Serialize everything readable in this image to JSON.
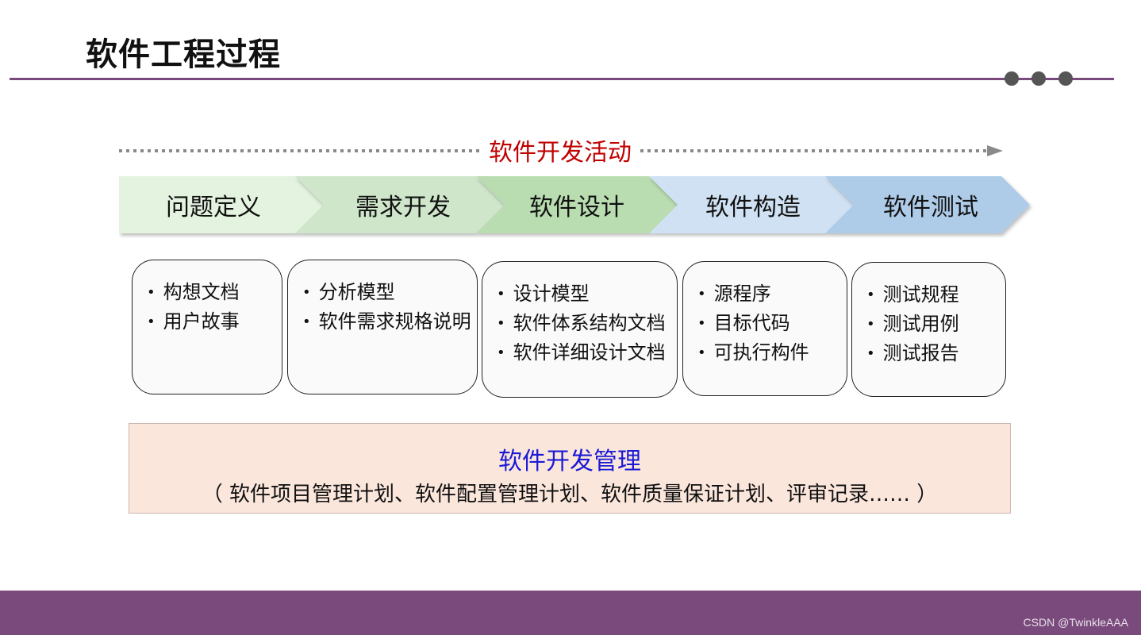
{
  "title": "软件工程过程",
  "activity": {
    "label": "软件开发活动"
  },
  "colors": {
    "accent": "#7a4a7c",
    "activity_label": "#c00000",
    "management_title": "#1a1ad6",
    "management_bg": "#fbe6dc",
    "stage_fills": [
      "#e4f2e0",
      "#cfe6cb",
      "#b9dcb0",
      "#cfe1f2",
      "#aecbe8"
    ]
  },
  "stages": [
    {
      "label": "问题定义",
      "artifacts": [
        "构想文档",
        "用户故事"
      ]
    },
    {
      "label": "需求开发",
      "artifacts": [
        "分析模型",
        "软件需求规格说明"
      ]
    },
    {
      "label": "软件设计",
      "artifacts": [
        "设计模型",
        "软件体系结构文档",
        "软件详细设计文档"
      ]
    },
    {
      "label": "软件构造",
      "artifacts": [
        "源程序",
        "目标代码",
        "可执行构件"
      ]
    },
    {
      "label": "软件测试",
      "artifacts": [
        "测试规程",
        "测试用例",
        "测试报告"
      ]
    }
  ],
  "management": {
    "title": "软件开发管理",
    "subtitle": "（ 软件项目管理计划、软件配置管理计划、软件质量保证计划、评审记录…… ）"
  },
  "watermark": "CSDN @TwinkleAAA"
}
